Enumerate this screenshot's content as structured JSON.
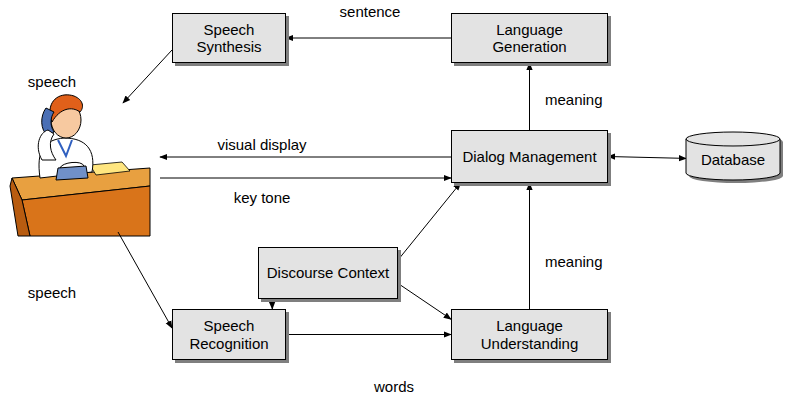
{
  "diagram": {
    "nodes": [
      {
        "text": [
          "Speech Synthesis"
        ]
      },
      {
        "text": [
          "Language Generation"
        ]
      },
      {
        "text": [
          "Dialog Management"
        ]
      },
      {
        "text": [
          "Database"
        ]
      },
      {
        "text": [
          "Discourse Context"
        ]
      },
      {
        "text": [
          "Speech Recognition"
        ]
      },
      {
        "text": [
          "Language Understanding"
        ]
      }
    ],
    "edges": [
      {
        "from": 1,
        "to": 0,
        "label": "sentence",
        "arrow": "to"
      },
      {
        "from": 2,
        "to": 1,
        "label": "meaning",
        "arrow": "to"
      },
      {
        "from": 2,
        "to": 3,
        "arrow": "both"
      },
      {
        "from": 4,
        "to": 2,
        "arrow": "to"
      },
      {
        "from": 4,
        "to": 5,
        "arrow": "to"
      },
      {
        "from": 4,
        "to": 6,
        "arrow": "to"
      },
      {
        "from": 5,
        "to": 6,
        "label": "words",
        "arrow": "to"
      },
      {
        "from": 6,
        "to": 2,
        "label": "meaning",
        "arrow": "to"
      }
    ],
    "labels": [
      "speech",
      "visual display",
      "key tone",
      "speech"
    ]
  }
}
